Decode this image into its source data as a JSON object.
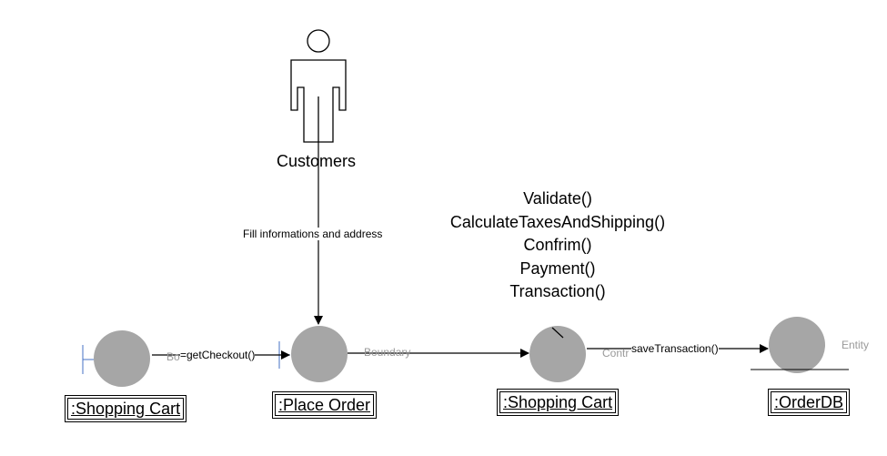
{
  "actor": {
    "label": "Customers"
  },
  "messages": {
    "fill": "Fill informations and address",
    "get_checkout": "=getCheckout()",
    "save_transaction": "saveTransaction()"
  },
  "stereotype_fragments": {
    "bo": "Bo",
    "boundary": "Boundary",
    "contr": "Contr",
    "entity": "Entity"
  },
  "methods": [
    "Validate()",
    "CalculateTaxesAndShipping()",
    "Confrim()",
    "Payment()",
    "Transaction()"
  ],
  "objects": {
    "cart1": ":Shopping Cart",
    "place_order": ":Place Order",
    "cart2": ":Shopping Cart",
    "orderdb": ":OrderDB"
  },
  "colors": {
    "node_fill": "#a6a6a6",
    "line": "#000000",
    "faint_text": "#9a9a9a"
  }
}
